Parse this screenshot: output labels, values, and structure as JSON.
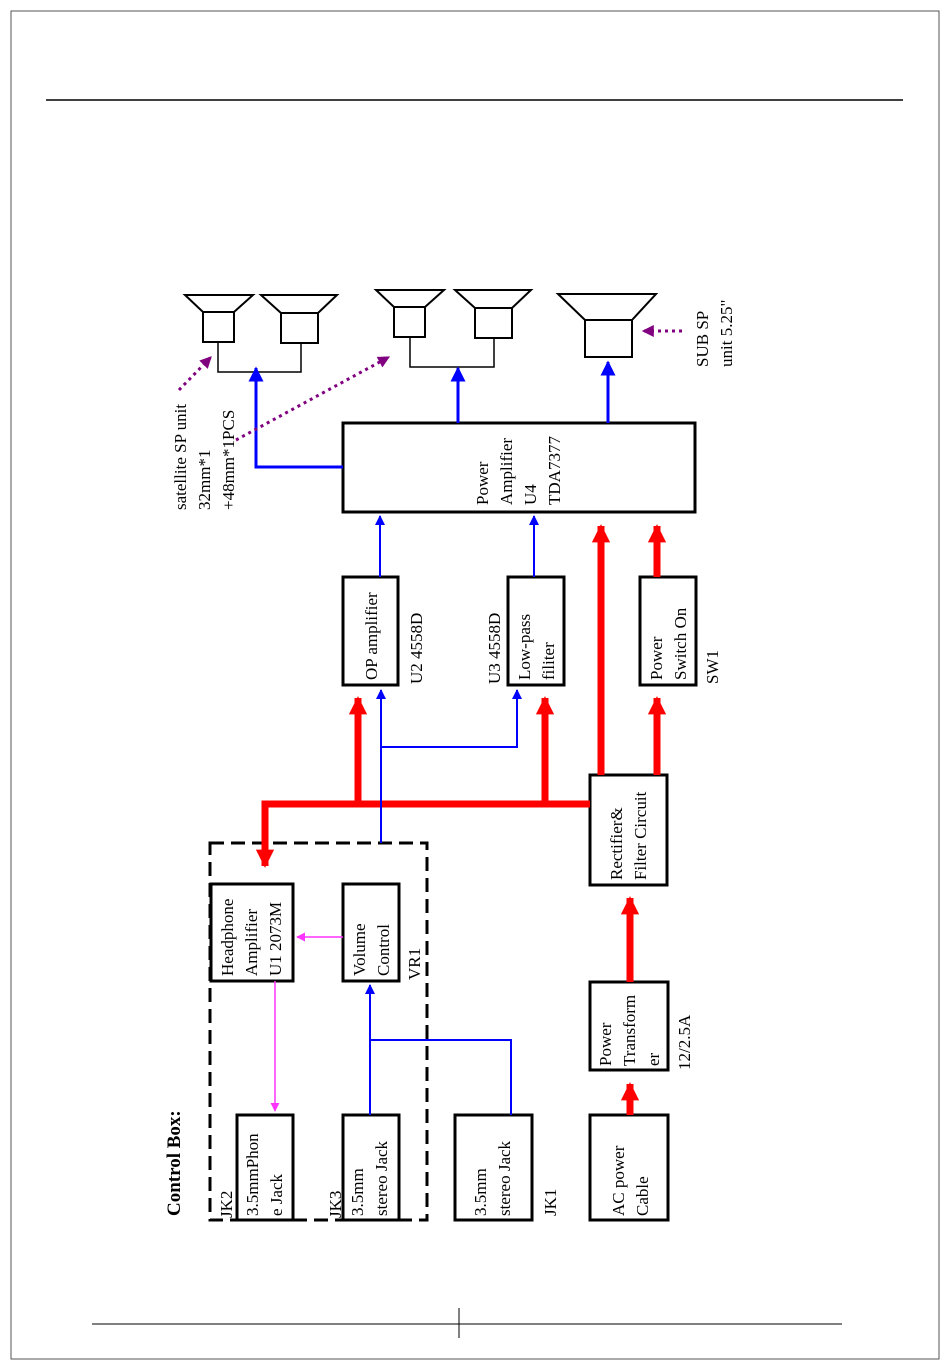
{
  "diagram": {
    "control_box_label": "Control Box:",
    "blocks": {
      "headphone_amp": [
        "Headphone",
        "Amplifier",
        "U1 2073M"
      ],
      "volume_control": [
        "Volume",
        "Control"
      ],
      "vr1": "VR1",
      "phone_jack": [
        "3.5mmPhon",
        "e Jack"
      ],
      "jk2": "JK2",
      "stereo_jack_jk3": [
        "3.5mm",
        "stereo Jack"
      ],
      "jk3": "JK3",
      "stereo_jack_jk1": [
        "3.5mm",
        "stereo Jack"
      ],
      "jk1": "JK1",
      "ac_power": [
        "AC power",
        "Cable"
      ],
      "transformer": [
        "Power",
        "Transform",
        "er"
      ],
      "transformer_rating": "12/2.5A",
      "rectifier": [
        "Rectifier&",
        "Filter Circuit"
      ],
      "power_switch": [
        "Power",
        "Switch   On"
      ],
      "sw1": "SW1",
      "op_amp": "OP amplifier",
      "u2": "U2 4558D",
      "lowpass": [
        "Low-pass",
        "filiter"
      ],
      "u3": "U3 4558D",
      "power_amp": [
        "Power",
        "Amplifier",
        "U4",
        "TDA7377"
      ]
    },
    "annotations": {
      "satellite": [
        "satellite SP unit",
        "32mm*1",
        "+48mm*1PCS"
      ],
      "sub": [
        "SUB SP",
        "unit 5.25\""
      ]
    },
    "colors": {
      "power_line": "#ff0000",
      "signal_line": "#0000ff",
      "headphone_line": "#ff33ff",
      "annotation_arrow": "#800080"
    }
  }
}
